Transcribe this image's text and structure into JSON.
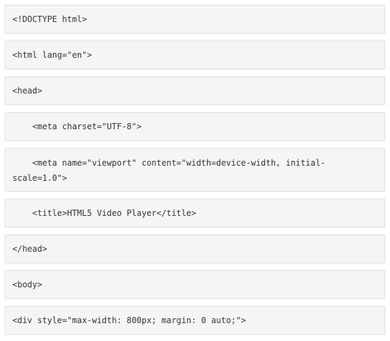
{
  "code_lines": [
    "<!DOCTYPE html>",
    "<html lang=\"en\">",
    "<head>",
    "    <meta charset=\"UTF-8\">",
    "    <meta name=\"viewport\" content=\"width=device-width, initial-scale=1.0\">",
    "    <title>HTML5 Video Player</title>",
    "</head>",
    "<body>",
    "<div style=\"max-width: 800px; margin: 0 auto;\">"
  ]
}
